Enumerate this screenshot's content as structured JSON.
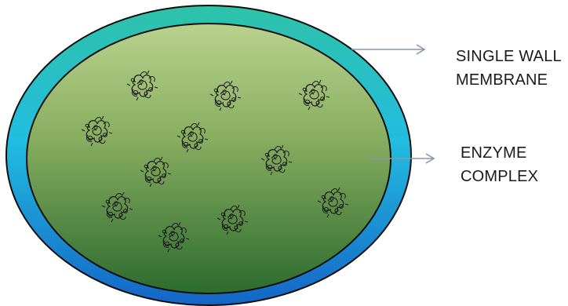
{
  "labels": {
    "membrane_line1": "SINGLE WALL",
    "membrane_line2": "MEMBRANE",
    "enzyme_line1": "ENZYME",
    "enzyme_line2": "COMPLEX"
  },
  "colors": {
    "outer_ring_top": "#2bc0b0",
    "outer_ring_middle": "#1fb6e0",
    "outer_ring_bottom": "#1565c8",
    "inner_light": "#b4cf8a",
    "inner_mid": "#7fa85a",
    "inner_dark": "#2f6e30",
    "outline": "#0d0d0d",
    "arrow": "#8a96a8",
    "enzyme": "#1a1a1a"
  },
  "icons": {
    "enzyme": "enzyme-cluster-icon",
    "arrow": "arrow-right-icon"
  }
}
